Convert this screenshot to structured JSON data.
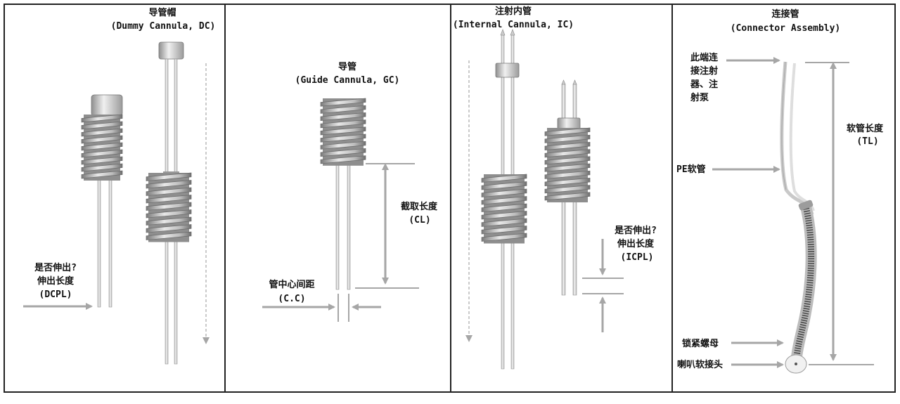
{
  "panels": {
    "dc": {
      "title_cn": "导管帽",
      "title_en": "(Dummy Cannula, DC)",
      "protrude_q": "是否伸出?",
      "protrude_len": "伸出长度",
      "abbr": "(DCPL)"
    },
    "gc": {
      "title_cn": "导管",
      "title_en": "(Guide Cannula, GC)",
      "cut_len": "截取长度",
      "cut_abbr": "(CL)",
      "center_dist": "管中心间距",
      "center_abbr": "(C.C)"
    },
    "ic": {
      "title_cn": "注射内管",
      "title_en": "(Internal Cannula, IC)",
      "protrude_q": "是否伸出?",
      "protrude_len": "伸出长度",
      "abbr": "(ICPL)"
    },
    "conn": {
      "title_cn": "连接管",
      "title_en": "(Connector Assembly)",
      "end_note": [
        "此端连",
        "接注射",
        "器、注",
        "射泵"
      ],
      "tube_len": "软管长度",
      "tube_abbr": "(TL)",
      "pe_tube": "PE软管",
      "lock_nut": "锁紧螺母",
      "flare": "喇叭软接头"
    }
  },
  "colors": {
    "border": "#222222",
    "arrow": "#a6a6a6",
    "metal_light": "#f4f4f4",
    "metal_mid": "#cfcfcf",
    "metal_dark": "#8c8c8c",
    "coil": "#4a4a4a"
  }
}
